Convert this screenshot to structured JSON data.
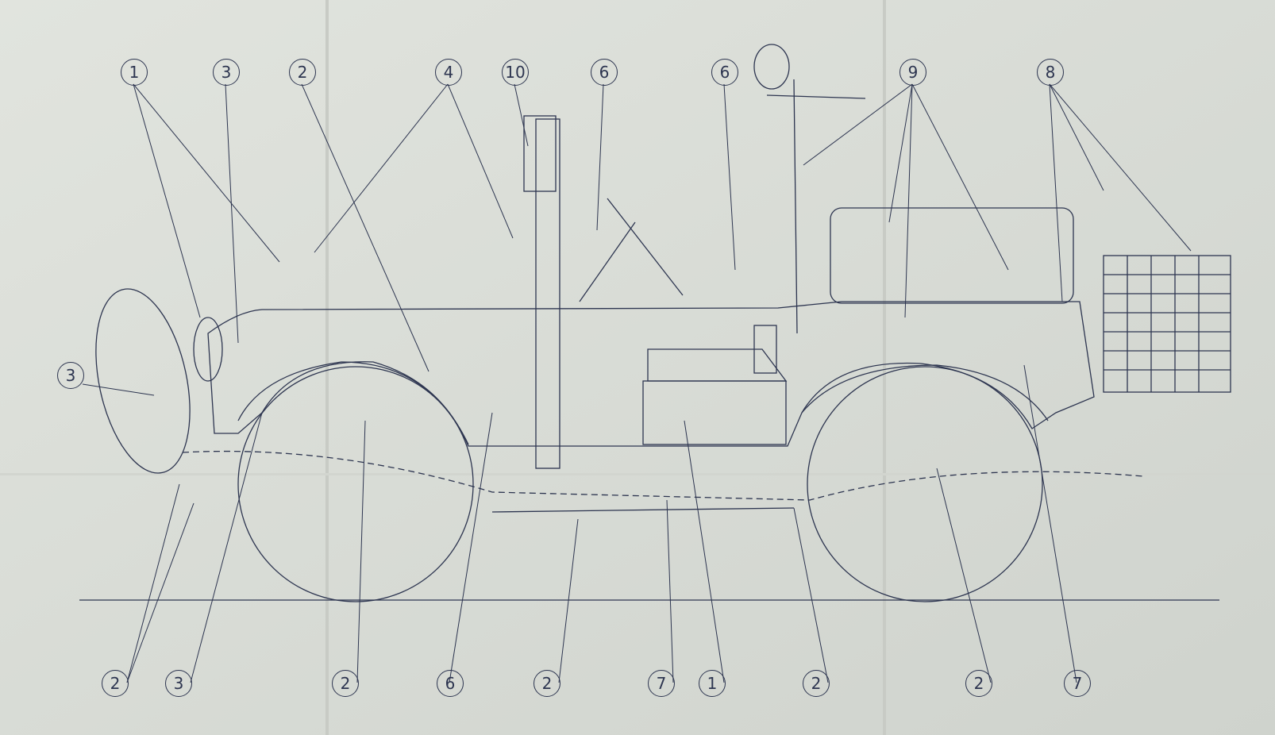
{
  "callouts_top": [
    {
      "id": "c1",
      "label": "1"
    },
    {
      "id": "c3",
      "label": "3"
    },
    {
      "id": "c2",
      "label": "2"
    },
    {
      "id": "c4",
      "label": "4"
    },
    {
      "id": "c10",
      "label": "10"
    },
    {
      "id": "c6a",
      "label": "6"
    },
    {
      "id": "c6b",
      "label": "6"
    },
    {
      "id": "c9",
      "label": "9"
    },
    {
      "id": "c8",
      "label": "8"
    }
  ],
  "callouts_side": [
    {
      "id": "c3s",
      "label": "3"
    }
  ],
  "callouts_bottom": [
    {
      "id": "b2a",
      "label": "2"
    },
    {
      "id": "b3",
      "label": "3"
    },
    {
      "id": "b2b",
      "label": "2"
    },
    {
      "id": "b6",
      "label": "6"
    },
    {
      "id": "b2c",
      "label": "2"
    },
    {
      "id": "b7a",
      "label": "7"
    },
    {
      "id": "b1",
      "label": "1"
    },
    {
      "id": "b2d",
      "label": "2"
    },
    {
      "id": "b2e",
      "label": "2"
    },
    {
      "id": "b7b",
      "label": "7"
    }
  ],
  "colors": {
    "paper": "#dfe2dc",
    "ink": "#2d3550",
    "fold": "#c9ccc6"
  }
}
